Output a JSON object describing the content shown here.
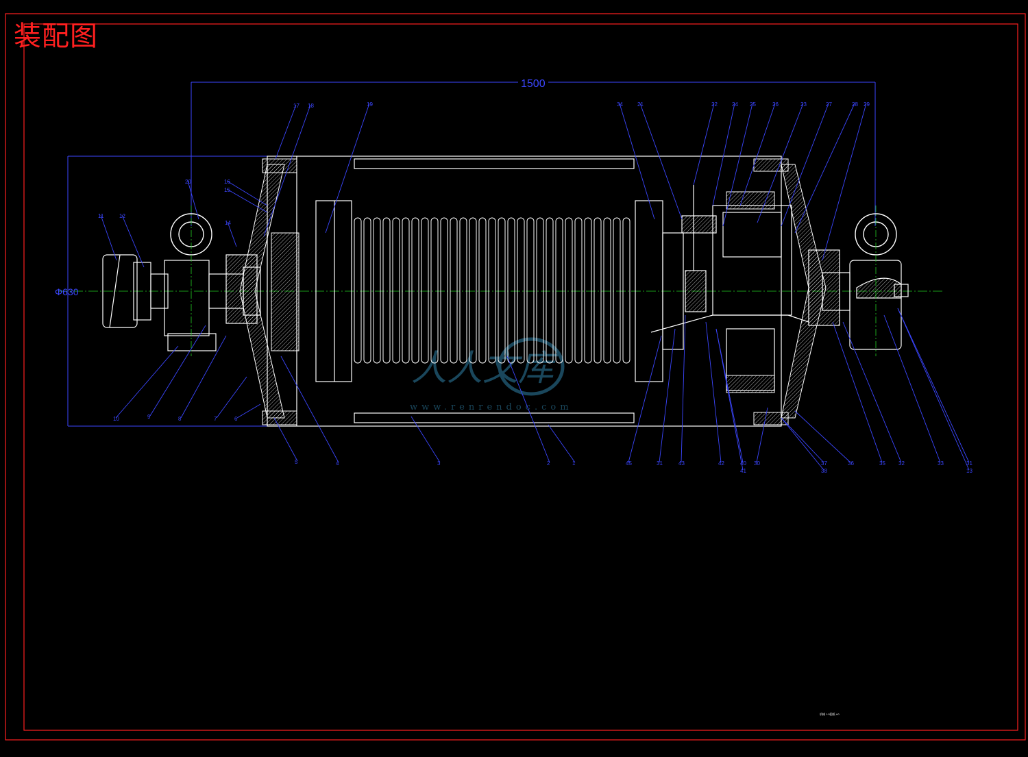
{
  "drawing": {
    "title": "装配图",
    "dimensions": {
      "overall_length": "1500",
      "drum_diameter": "Φ630"
    },
    "part_labels": [
      "1",
      "2",
      "3",
      "4",
      "5",
      "6",
      "7",
      "8",
      "9",
      "10",
      "11",
      "12",
      "13",
      "14",
      "15",
      "16",
      "17",
      "18",
      "19",
      "20",
      "21",
      "22",
      "23",
      "24",
      "25",
      "26",
      "27",
      "28",
      "29",
      "30",
      "31",
      "32",
      "33",
      "34",
      "35",
      "36",
      "37",
      "38",
      "39",
      "40",
      "41",
      "42",
      "43",
      "44",
      "45"
    ],
    "watermark": {
      "logo_text": "人人文库",
      "url": "www.renrendoc.com"
    },
    "corner_stamp": "机械 1:5图纸 A0",
    "colors": {
      "background": "#000000",
      "frame": "#ff2020",
      "outline": "#ffffff",
      "dimension": "#3b46ff",
      "centerline": "#22cc22"
    }
  }
}
